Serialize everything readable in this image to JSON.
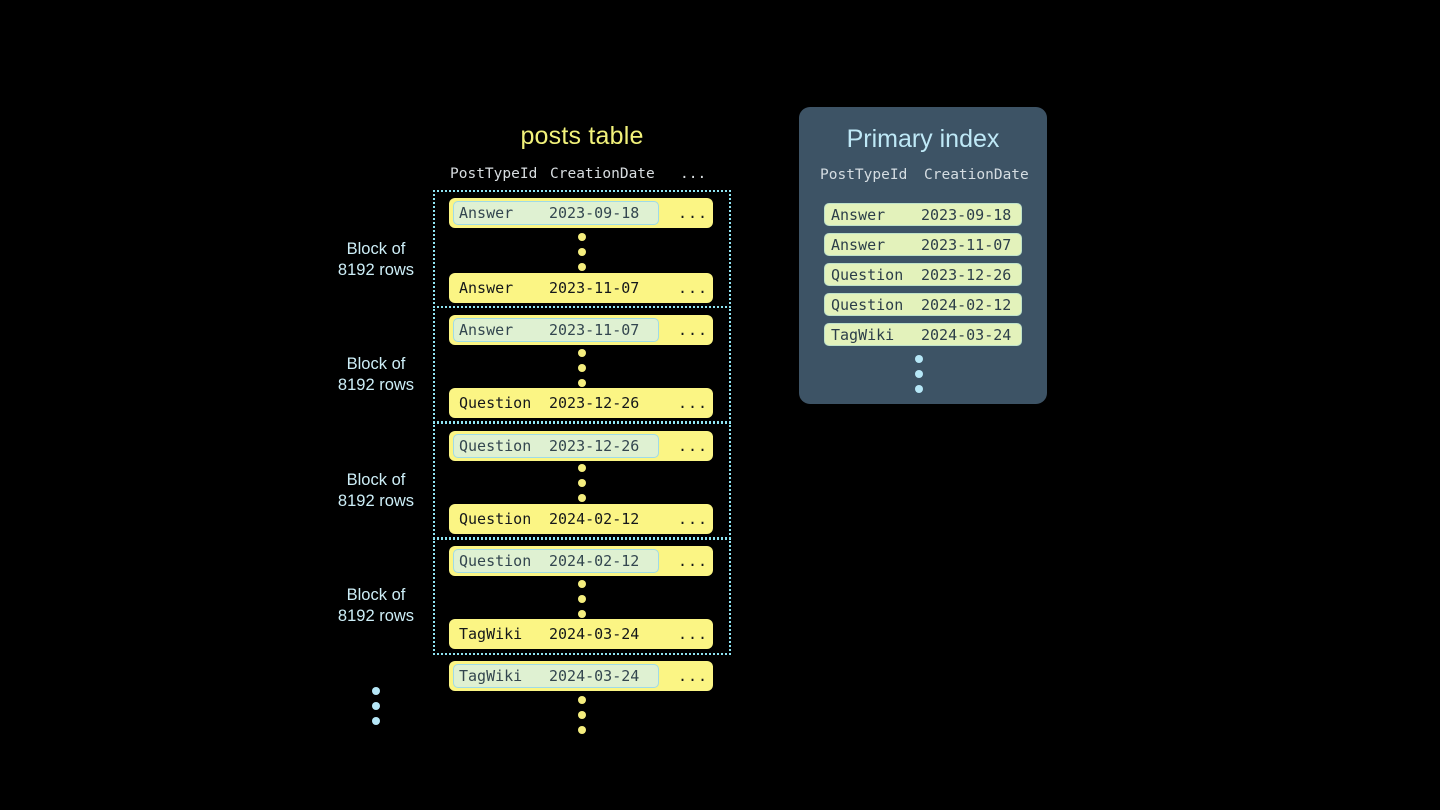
{
  "posts_table": {
    "title": "posts table",
    "columns": [
      "PostTypeId",
      "CreationDate",
      "..."
    ],
    "blocks": [
      {
        "label_line1": "Block of",
        "label_line2": "8192 rows",
        "first_row": {
          "type": "Answer",
          "date": "2023-09-18",
          "more": "...",
          "highlighted": true
        },
        "last_row": {
          "type": "Answer",
          "date": "2023-11-07",
          "more": "...",
          "highlighted": false
        }
      },
      {
        "label_line1": "Block of",
        "label_line2": "8192 rows",
        "first_row": {
          "type": "Answer",
          "date": "2023-11-07",
          "more": "...",
          "highlighted": true
        },
        "last_row": {
          "type": "Question",
          "date": "2023-12-26",
          "more": "...",
          "highlighted": false
        }
      },
      {
        "label_line1": "Block of",
        "label_line2": "8192 rows",
        "first_row": {
          "type": "Question",
          "date": "2023-12-26",
          "more": "...",
          "highlighted": true
        },
        "last_row": {
          "type": "Question",
          "date": "2024-02-12",
          "more": "...",
          "highlighted": false
        }
      },
      {
        "label_line1": "Block of",
        "label_line2": "8192 rows",
        "first_row": {
          "type": "Question",
          "date": "2024-02-12",
          "more": "...",
          "highlighted": true
        },
        "last_row": {
          "type": "TagWiki",
          "date": "2024-03-24",
          "more": "...",
          "highlighted": false
        }
      }
    ],
    "trailing_row": {
      "type": "TagWiki",
      "date": "2024-03-24",
      "more": "...",
      "highlighted": true
    }
  },
  "primary_index": {
    "title": "Primary index",
    "columns": [
      "PostTypeId",
      "CreationDate"
    ],
    "rows": [
      {
        "type": "Answer",
        "date": "2023-09-18"
      },
      {
        "type": "Answer",
        "date": "2023-11-07"
      },
      {
        "type": "Question",
        "date": "2023-12-26"
      },
      {
        "type": "Question",
        "date": "2024-02-12"
      },
      {
        "type": "TagWiki",
        "date": "2024-03-24"
      }
    ]
  },
  "colors": {
    "background": "#000000",
    "row_yellow": "#fbf584",
    "highlight_mint": "#dff1d2",
    "highlight_border": "#9fdbe8",
    "block_border": "#8fe4f2",
    "panel_slate": "#3d5365",
    "index_row": "#e3f2bb",
    "title_yellow": "#f2f27a",
    "title_blue": "#bfe9f7",
    "dot_yellow": "#f5ee7e",
    "dot_blue": "#b6e7f7"
  }
}
